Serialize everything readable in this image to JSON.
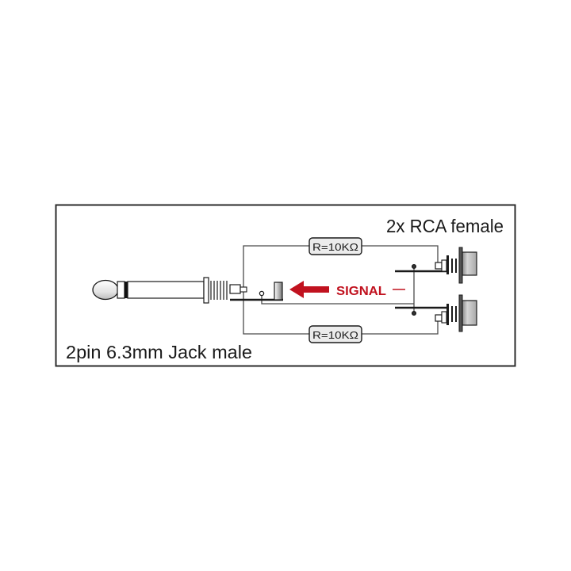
{
  "diagram": {
    "title_right": "2x RCA female",
    "title_left": "2pin 6.3mm Jack male",
    "resistor_top": {
      "label": "R=10KΩ"
    },
    "resistor_bottom": {
      "label": "R=10KΩ"
    },
    "signal": {
      "label": "SIGNAL",
      "direction": "right-to-left"
    },
    "components": [
      {
        "id": "jack",
        "type": "6.3mm jack plug (male, 2-pin mono)"
      },
      {
        "id": "rca-top",
        "type": "RCA female socket"
      },
      {
        "id": "rca-bottom",
        "type": "RCA female socket"
      },
      {
        "id": "r1",
        "type": "resistor",
        "value": "R=10KΩ"
      },
      {
        "id": "r2",
        "type": "resistor",
        "value": "R=10KΩ"
      }
    ],
    "colors": {
      "frame": "#2b2b2b",
      "wire": "#444444",
      "signal": "#c1121f",
      "resistor_fill": "#ececec"
    }
  }
}
